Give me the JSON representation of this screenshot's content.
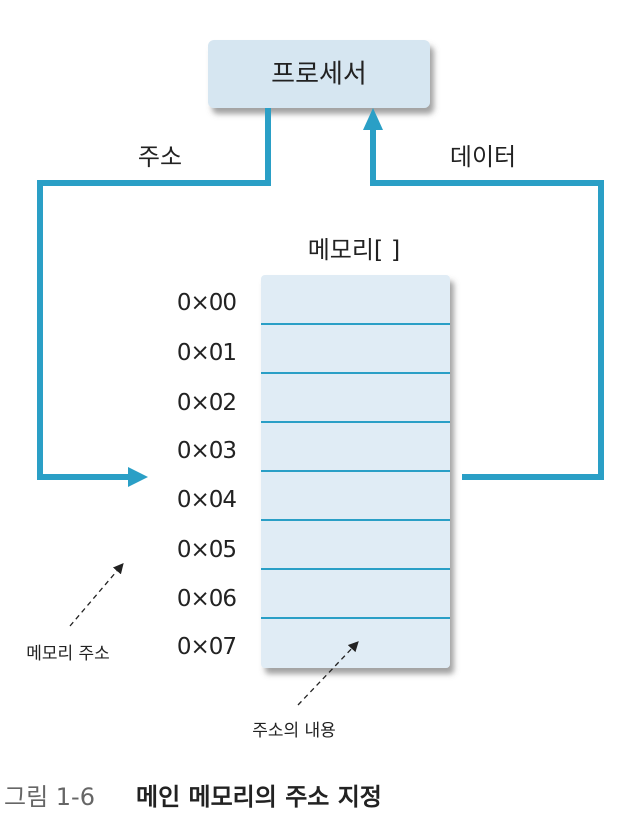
{
  "processor_label": "프로세서",
  "address_bus_label": "주소",
  "data_bus_label": "데이터",
  "memory_label": "메모리[ ]",
  "addresses": [
    "0×00",
    "0×01",
    "0×02",
    "0×03",
    "0×04",
    "0×05",
    "0×06",
    "0×07"
  ],
  "annotation_memory_address": "메모리 주소",
  "annotation_address_content": "주소의 내용",
  "caption": {
    "number": "그림 1-6",
    "title": "메인 메모리의 주소 지정"
  },
  "colors": {
    "line": "#2a9fc6",
    "box_fill": "#d6e6f1",
    "memory_fill": "#e0ecf5"
  }
}
